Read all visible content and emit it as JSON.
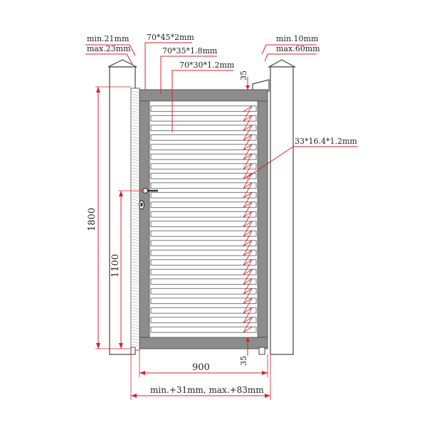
{
  "labels": {
    "hinge_gap_min": "min.21mm",
    "hinge_gap_max": "max.23mm",
    "frame_outer_profile": "70*45*2mm",
    "frame_inner_profile": "70*35*1.8mm",
    "frame_rail_profile": "70*30*1.2mm",
    "lock_gap_min": "min.10mm",
    "lock_gap_max": "max.60mm",
    "slat_profile": "33*16.4*1.2mm",
    "top_offset": "35",
    "bottom_offset": "35",
    "total_height": "1800",
    "handle_height": "1100",
    "gate_width": "900",
    "opening_range": "min.+31mm, max.+83mm"
  },
  "gate": {
    "slat_count": 24
  },
  "colors": {
    "dimension_red": "#d9232d",
    "frame_gray": "#8c8c8c",
    "outline": "#444444"
  }
}
